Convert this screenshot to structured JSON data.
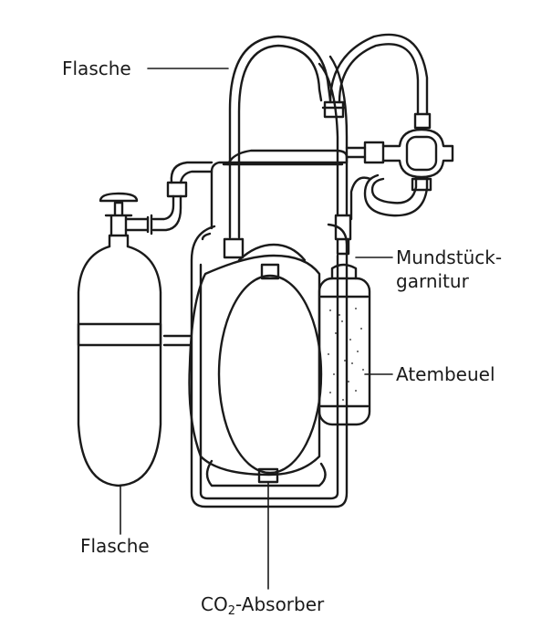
{
  "labels": {
    "top_left": "Flasche",
    "bottom_left": "Flasche",
    "mouthpiece_line1": "Mundstück-",
    "mouthpiece_line2": "garnitur",
    "breathing_bag": "Atembeuel",
    "absorber_prefix": "CO",
    "absorber_sub": "2",
    "absorber_suffix": "-Absorber"
  },
  "colors": {
    "stroke": "#1a1a1a",
    "fill": "#ffffff",
    "text": "#1a1a1a"
  }
}
